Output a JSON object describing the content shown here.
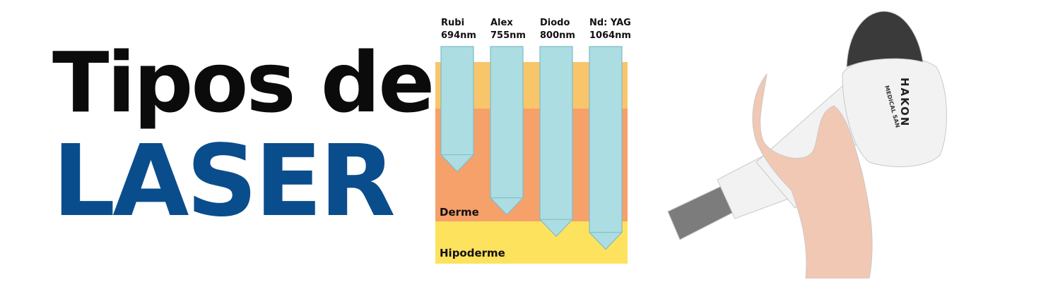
{
  "headline": {
    "line1": "Tipos de",
    "line2": "LASER"
  },
  "diagram": {
    "lasers": [
      {
        "name": "Rubi",
        "wavelength": "694nm",
        "depth": 0.58
      },
      {
        "name": "Alex",
        "wavelength": "755nm",
        "depth": 0.78
      },
      {
        "name": "Diodo",
        "wavelength": "800nm",
        "depth": 0.88
      },
      {
        "name": "Nd: YAG",
        "wavelength": "1064nm",
        "depth": 0.94
      }
    ],
    "layers": {
      "derme": "Derme",
      "hipoderme": "Hipoderme"
    },
    "colors": {
      "epiderme": "#f9c56b",
      "derme": "#f6a06a",
      "hipoderme": "#fde25e",
      "beam": "#acdde2",
      "beam_stroke": "#7fbcc6"
    }
  },
  "device": {
    "brand": "HAKON",
    "maker": "MEDICAL SAN",
    "colors": {
      "body": "#f2f2f2",
      "tip": "#3a3a3a",
      "grip": "#7c7c7c",
      "skin": "#f1c8b4"
    }
  }
}
